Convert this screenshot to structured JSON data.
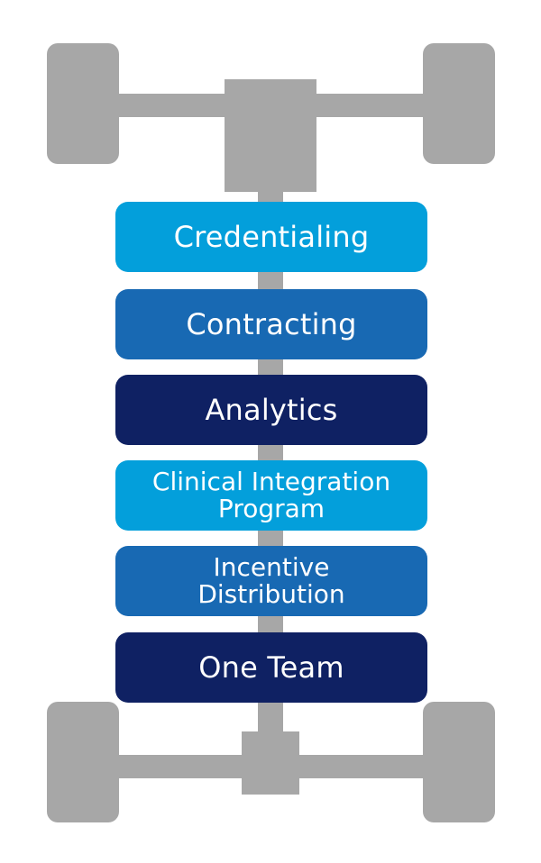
{
  "colors": {
    "chassis_gray": "#a7a7a7",
    "light_blue": "#039fdb",
    "mid_blue": "#1869b3",
    "dark_blue": "#0f2163",
    "text": "#ffffff"
  },
  "blocks": [
    {
      "label": "Credentialing",
      "shade": "light"
    },
    {
      "label": "Contracting",
      "shade": "mid"
    },
    {
      "label": "Analytics",
      "shade": "dark"
    },
    {
      "label": "Clinical Integration\nProgram",
      "shade": "light"
    },
    {
      "label": "Incentive\nDistribution",
      "shade": "mid"
    },
    {
      "label": "One Team",
      "shade": "dark"
    }
  ]
}
